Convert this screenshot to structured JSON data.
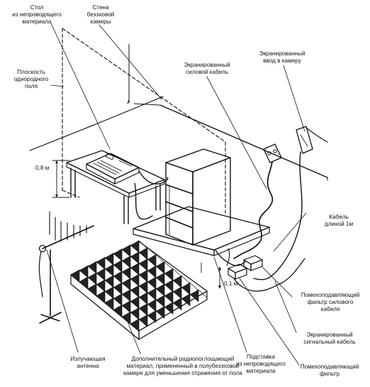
{
  "labels": {
    "table": [
      "Стол",
      "из непроводящего",
      "материала"
    ],
    "wall": [
      "Стена",
      "безэховой",
      "камеры"
    ],
    "plane": [
      "Плоскость",
      "однородного",
      "поля"
    ],
    "power_cable": [
      "Экранированный",
      "силовой кабель"
    ],
    "entry": [
      "Экранированный",
      "ввод в камеру"
    ],
    "height_08": "0,8 м",
    "cable_1m": [
      "Кабель",
      "длиной 1м"
    ],
    "height_01": "0,1 м",
    "power_filter": [
      "Помехоподавляющий",
      "фильтр силового",
      "кабеля"
    ],
    "signal_cable": [
      "Экранированный",
      "сигнальный кабель"
    ],
    "antenna": [
      "Излучающая",
      "антенна"
    ],
    "absorber": [
      "Дополнительный радиопоглощающий",
      "материал, примененный в полубезэховой",
      "камере для уменьшения отражения от пола"
    ],
    "stand": [
      "Подставка",
      "из непроводящего",
      "материала"
    ],
    "filter": [
      "Помехоподавляющий",
      "фильтр"
    ]
  }
}
